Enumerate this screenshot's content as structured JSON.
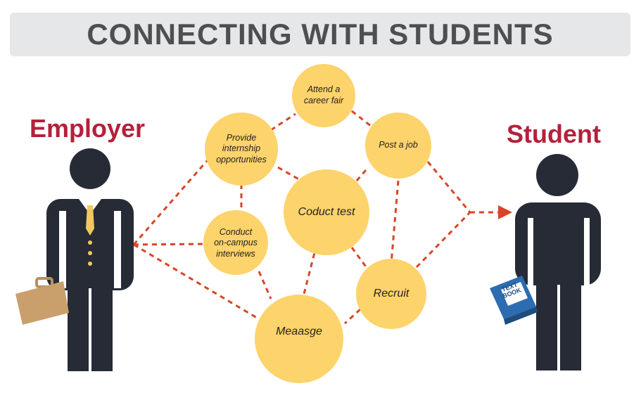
{
  "title": "CONNECTING WITH STUDENTS",
  "left_label": "Employer",
  "right_label": "Student",
  "book_label": "TEXT BOOK",
  "colors": {
    "accent_red": "#b5203b",
    "node_fill": "#fdd36b",
    "connector": "#d84527",
    "figure": "#262b36",
    "title_bg": "#e6e7e8",
    "title_text": "#4e4f51"
  },
  "nodes": [
    {
      "id": "career-fair",
      "label": "Attend a\ncareer fair"
    },
    {
      "id": "internship",
      "label": "Provide\ninternship\nopportunities"
    },
    {
      "id": "post-job",
      "label": "Post a job"
    },
    {
      "id": "conduct-test",
      "label": "Coduct test"
    },
    {
      "id": "interviews",
      "label": "Conduct\non-campus\ninterviews"
    },
    {
      "id": "recruit",
      "label": "Recruit"
    },
    {
      "id": "message",
      "label": "Meaasge"
    }
  ]
}
